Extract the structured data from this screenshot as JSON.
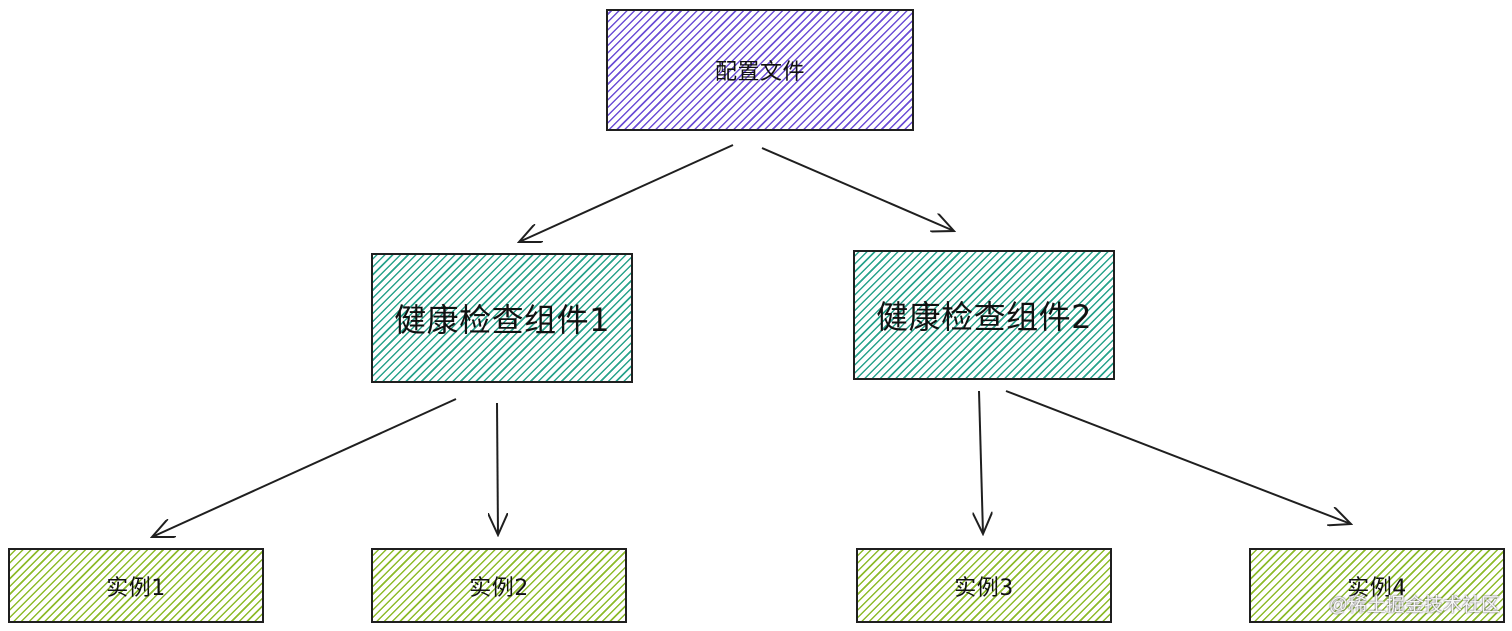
{
  "nodes": {
    "config": {
      "label": "配置文件"
    },
    "health_check_1": {
      "label": "健康检查组件1"
    },
    "health_check_2": {
      "label": "健康检查组件2"
    },
    "instance_1": {
      "label": "实例1"
    },
    "instance_2": {
      "label": "实例2"
    },
    "instance_3": {
      "label": "实例3"
    },
    "instance_4": {
      "label": "实例4"
    }
  },
  "edges": [
    {
      "from": "config",
      "to": "health_check_1"
    },
    {
      "from": "config",
      "to": "health_check_2"
    },
    {
      "from": "health_check_1",
      "to": "instance_1"
    },
    {
      "from": "health_check_1",
      "to": "instance_2"
    },
    {
      "from": "health_check_2",
      "to": "instance_3"
    },
    {
      "from": "health_check_2",
      "to": "instance_4"
    }
  ],
  "colors": {
    "config_hatch": "#6c4fd6",
    "health_check_hatch": "#2aa38c",
    "instance_hatch": "#8dbb2c",
    "stroke": "#1f1f1f"
  },
  "watermark": "@稀土掘金技术社区"
}
